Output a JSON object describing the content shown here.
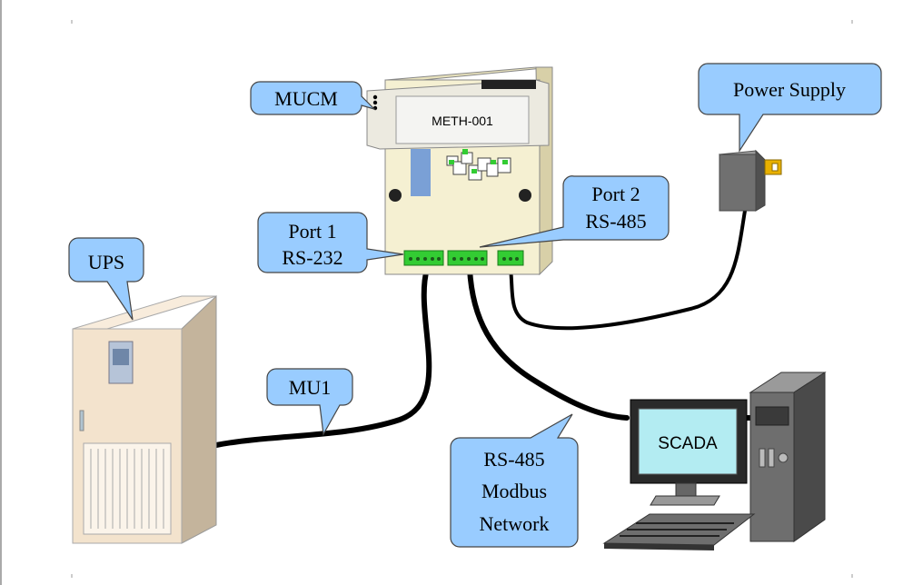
{
  "callouts": {
    "mucm": "MUCM",
    "power_supply": "Power Supply",
    "port1_line1": "Port 1",
    "port1_line2": "RS-232",
    "port2_line1": "Port 2",
    "port2_line2": "RS-485",
    "ups": "UPS",
    "mu1": "MU1",
    "rs485_line1": "RS-485",
    "rs485_line2": "Modbus",
    "rs485_line3": "Network"
  },
  "device_label": "METH-001",
  "monitor_label": "SCADA",
  "colors": {
    "callout_fill": "#99ccff",
    "connector_green": "#33cc33",
    "cable": "#000000",
    "ups_body": "#f3e3cd",
    "mucm_body": "#f5f0d2",
    "power_supply": "#707070",
    "pc_tower": "#6e6e6e",
    "screen": "#b3ecf2"
  }
}
